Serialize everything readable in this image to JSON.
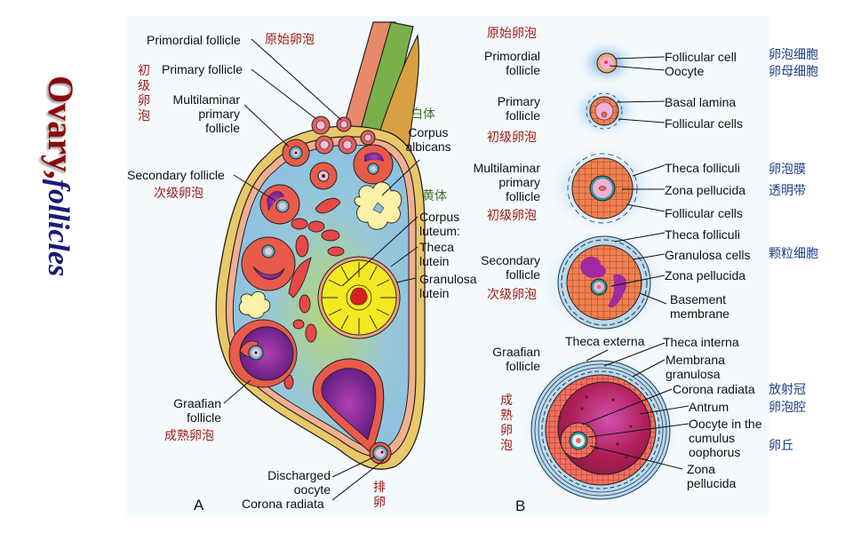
{
  "title": {
    "main": "Ovary",
    "separator": ",",
    "sub": "follicles"
  },
  "panel_a": {
    "letter": "A",
    "labels": {
      "primordial": "Primordial follicle",
      "primordial_cn": "原始卵泡",
      "primary": "Primary follicle",
      "primary_group_cn": "初级卵泡",
      "multilaminar_1": "Multilaminar",
      "multilaminar_2": "primary",
      "multilaminar_3": "follicle",
      "secondary": "Secondary follicle",
      "secondary_cn": "次级卵泡",
      "albicans_cn": "白体",
      "albicans_1": "Corpus",
      "albicans_2": "albicans",
      "luteum_cn": "黄体",
      "luteum_1": "Corpus",
      "luteum_2": "luteum:",
      "theca_1": "Theca",
      "theca_2": "lutein",
      "granulosa_1": "Granulosa",
      "granulosa_2": "lutein",
      "graafian_1": "Graafian",
      "graafian_2": "follicle",
      "graafian_cn": "成熟卵泡",
      "discharged_1": "Discharged",
      "discharged_2": "oocyte",
      "corona": "Corona radiata",
      "ovulation_cn": "排卵"
    }
  },
  "panel_b": {
    "letter": "B",
    "primordial": {
      "cn": "原始卵泡",
      "name_1": "Primordial",
      "name_2": "follicle",
      "parts": [
        "Follicular cell",
        "Oocyte"
      ],
      "parts_cn": [
        "卵泡细胞",
        "卵母细胞"
      ]
    },
    "primary": {
      "name_1": "Primary",
      "name_2": "follicle",
      "cn": "初级卵泡",
      "parts": [
        "Basal lamina",
        "Follicular cells"
      ]
    },
    "multilaminar": {
      "name_1": "Multilaminar",
      "name_2": "primary",
      "name_3": "follicle",
      "cn": "初级卵泡",
      "parts": [
        "Theca folliculi",
        "Zona pellucida",
        "Follicular cells"
      ],
      "parts_cn": [
        "卵泡膜",
        "透明带"
      ]
    },
    "secondary": {
      "name_1": "Secondary",
      "name_2": "follicle",
      "cn": "次级卵泡",
      "parts": [
        "Theca folliculi",
        "Granulosa cells",
        "Zona pellucida",
        "Basement",
        "membrane"
      ],
      "parts_cn": [
        "颗粒细胞"
      ]
    },
    "graafian": {
      "name_1": "Graafian",
      "name_2": "follicle",
      "cn": "成熟卵泡",
      "parts": [
        "Theca externa",
        "Theca interna",
        "Membrana",
        "granulosa",
        "Corona radiata",
        "Antrum",
        "Oocyte in the",
        "cumulus",
        "oophorus",
        "Zona",
        "pellucida"
      ],
      "parts_cn": [
        "放射冠",
        "卵泡腔",
        "卵丘"
      ]
    }
  }
}
